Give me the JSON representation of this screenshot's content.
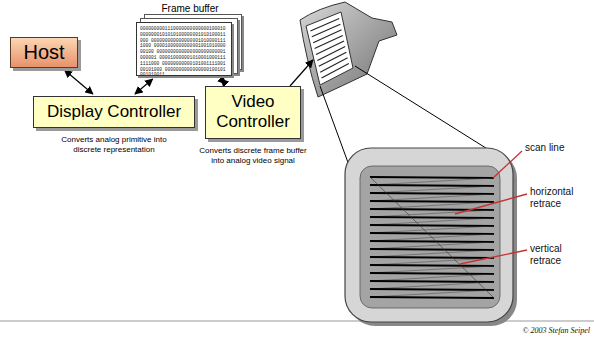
{
  "diagram": {
    "nodes": [
      {
        "text": [
          "Host"
        ]
      },
      {
        "text": [
          "Frame buffer",
          "0000000001110000000000000100010 0000000101010100000001010100011000 0000000000000000010100001111000 0000100000000000100101000000100 0000000000000000000000001000001 0000100000010100010001111111000 0000000000010100111100100101000 0000000000000000100101001010011"
        ]
      },
      {
        "text": [
          "Display Controller",
          "Converts analog primitive into discrete representation"
        ]
      },
      {
        "text": [
          "Video Controller",
          "Converts discrete frame buffer into analog video signal"
        ]
      }
    ],
    "edges": [
      {
        "from": 0,
        "to": 2,
        "arrow": "both"
      },
      {
        "from": 1,
        "to": 2,
        "arrow": "both"
      },
      {
        "from": 1,
        "to": 3,
        "arrow": "both"
      }
    ],
    "labels": [
      "scan line",
      "horizontal retrace",
      "vertical retrace",
      "© 2003 Stefan Seipel"
    ]
  }
}
